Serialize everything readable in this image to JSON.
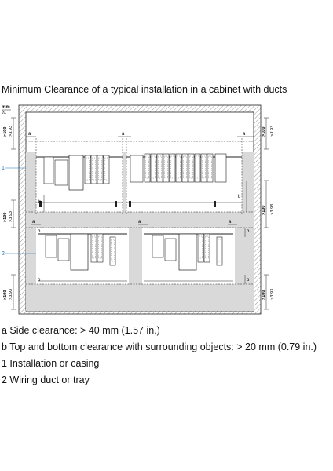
{
  "title": "Minimum Clearance of a typical installation in a cabinet with ducts",
  "units": {
    "mm": "mm",
    "in": "in."
  },
  "labels": {
    "a": "a",
    "b": "b",
    "installation": "1",
    "duct": "2",
    "dim_mm": ">100",
    "dim_in": ">3.93"
  },
  "legend": [
    "a Side clearance: > 40 mm (1.57 in.)",
    "b Top and bottom clearance with surrounding objects: > 20 mm (0.79 in.)",
    "1 Installation or casing",
    "2 Wiring duct or tray"
  ],
  "colors": {
    "cabinet_wall": "#c8c8c8",
    "duct": "#d9d9d9",
    "line": "#222222",
    "accent": "#1a73b8"
  }
}
